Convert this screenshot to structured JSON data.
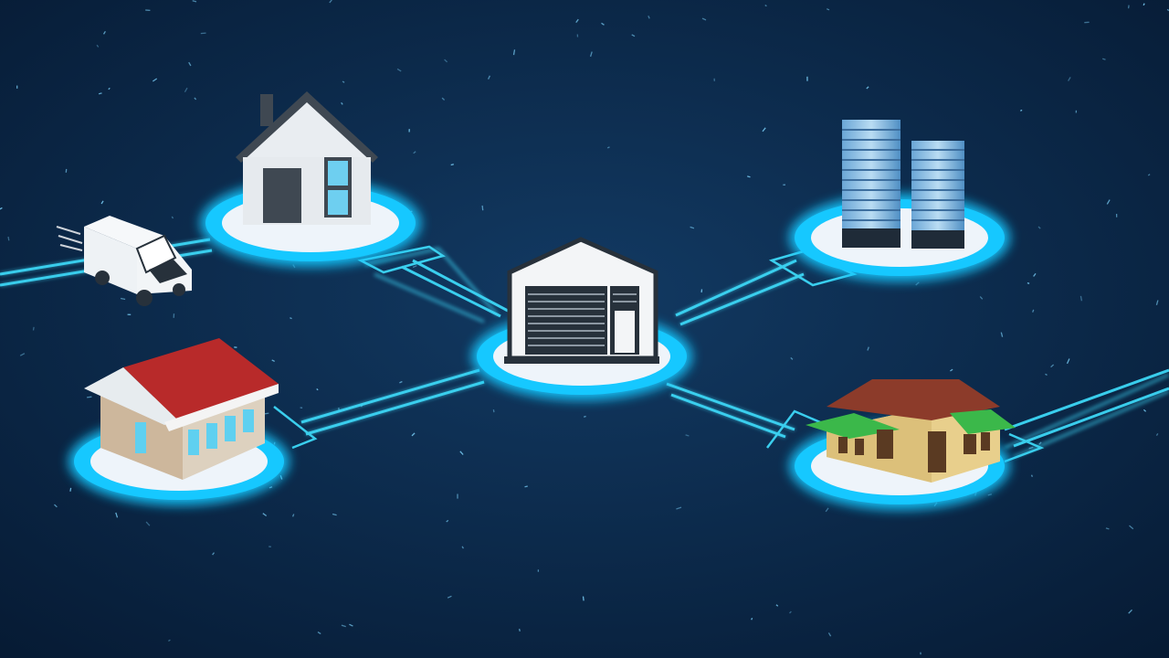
{
  "scene": {
    "description_free": true,
    "colors": {
      "background_center": "#123a63",
      "background_edge": "#061a33",
      "glow": "#16c8ff",
      "ring_fill": "#eef4fa",
      "line": "#3fe0ff",
      "dust": "#7fd6ff"
    },
    "nodes": [
      {
        "id": "warehouse",
        "icon": "warehouse-icon"
      },
      {
        "id": "house-gray",
        "icon": "house-icon"
      },
      {
        "id": "towers",
        "icon": "office-towers-icon"
      },
      {
        "id": "house-red-roof",
        "icon": "cottage-icon"
      },
      {
        "id": "house-brown-roof",
        "icon": "villa-icon"
      },
      {
        "id": "truck",
        "icon": "delivery-truck-icon"
      }
    ]
  }
}
